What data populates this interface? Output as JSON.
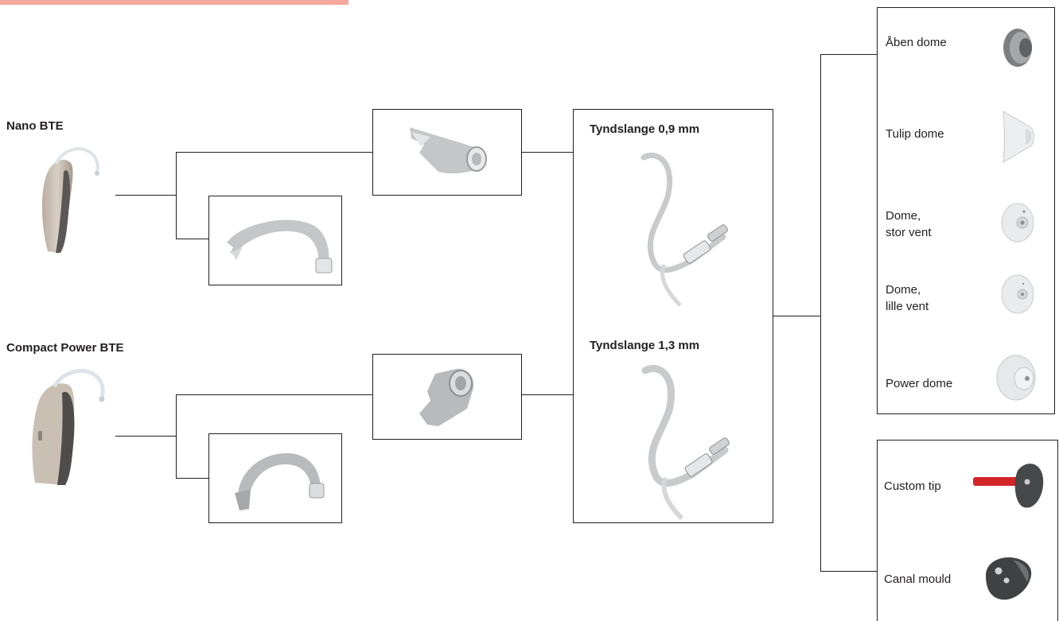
{
  "colors": {
    "accent": "#f4a79c",
    "line": "#231f20"
  },
  "devices": [
    {
      "label": "Nano BTE",
      "icon": "hearing-aid-nano-icon"
    },
    {
      "label": "Compact Power BTE",
      "icon": "hearing-aid-compact-power-icon"
    }
  ],
  "adapters": [
    {
      "icon": "nano-thin-tube-adapter-icon"
    },
    {
      "icon": "nano-earhook-icon"
    },
    {
      "icon": "compact-power-thin-tube-adapter-icon"
    },
    {
      "icon": "compact-power-earhook-icon"
    }
  ],
  "tubes": [
    {
      "label": "Tyndslange 0,9 mm",
      "icon": "thin-tube-icon"
    },
    {
      "label": "Tyndslange 1,3 mm",
      "icon": "thin-tube-icon"
    }
  ],
  "domes": [
    {
      "label": "Åben dome",
      "icon": "open-dome-icon"
    },
    {
      "label": "Tulip dome",
      "icon": "tulip-dome-icon"
    },
    {
      "label": "Dome,\nstor vent",
      "icon": "dome-large-vent-icon"
    },
    {
      "label": "Dome,\nlille vent",
      "icon": "dome-small-vent-icon"
    },
    {
      "label": "Power dome",
      "icon": "power-dome-icon"
    }
  ],
  "custom": [
    {
      "label": "Custom tip",
      "icon": "custom-tip-icon"
    },
    {
      "label": "Canal mould",
      "icon": "canal-mould-icon"
    }
  ]
}
